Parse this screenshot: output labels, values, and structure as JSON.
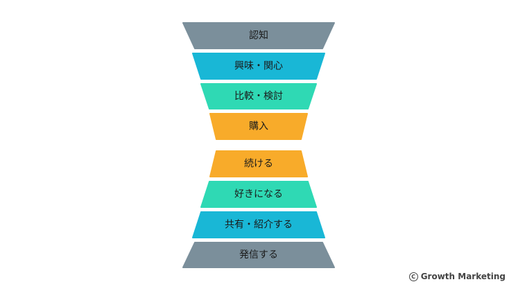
{
  "tiers": [
    {
      "label": "認知",
      "color": "#7b8f9b"
    },
    {
      "label": "興味・関心",
      "color": "#19b7d6"
    },
    {
      "label": "比較・検討",
      "color": "#2fd9b4"
    },
    {
      "label": "購入",
      "color": "#f8ab2a"
    },
    {
      "label": "続ける",
      "color": "#f8ab2a"
    },
    {
      "label": "好きになる",
      "color": "#2fd9b4"
    },
    {
      "label": "共有・紹介する",
      "color": "#19b7d6"
    },
    {
      "label": "発信する",
      "color": "#7b8f9b"
    }
  ],
  "credit": {
    "icon": "copyright-icon",
    "text": "Growth Marketing"
  }
}
